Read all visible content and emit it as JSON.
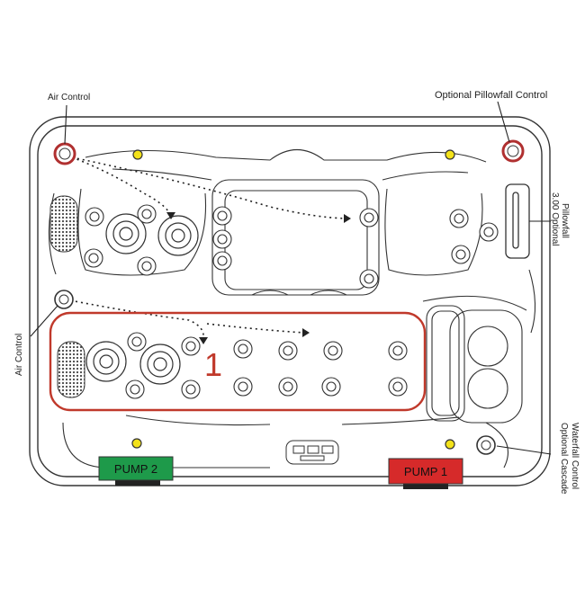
{
  "labels": {
    "air_control_top": "Air Control",
    "pillowfall_control": "Optional Pillowfall Control",
    "pillowfall_line1": "3.00 Optional",
    "pillowfall_line2": "Pillowfall",
    "air_control_left": "Air Control",
    "waterfall_line1": "Optional Cascade",
    "waterfall_line2": "Waterfall Control",
    "zone_number": "1"
  },
  "pumps": [
    {
      "label": "PUMP 2",
      "color": "#1e9a4a"
    },
    {
      "label": "PUMP 1",
      "color": "#d62a2a"
    }
  ],
  "colors": {
    "outline": "#333333",
    "highlight": "#c0392b",
    "air_control_ring": "#b03030",
    "indicator": "#f3e21a",
    "pump_base": "#222222"
  }
}
